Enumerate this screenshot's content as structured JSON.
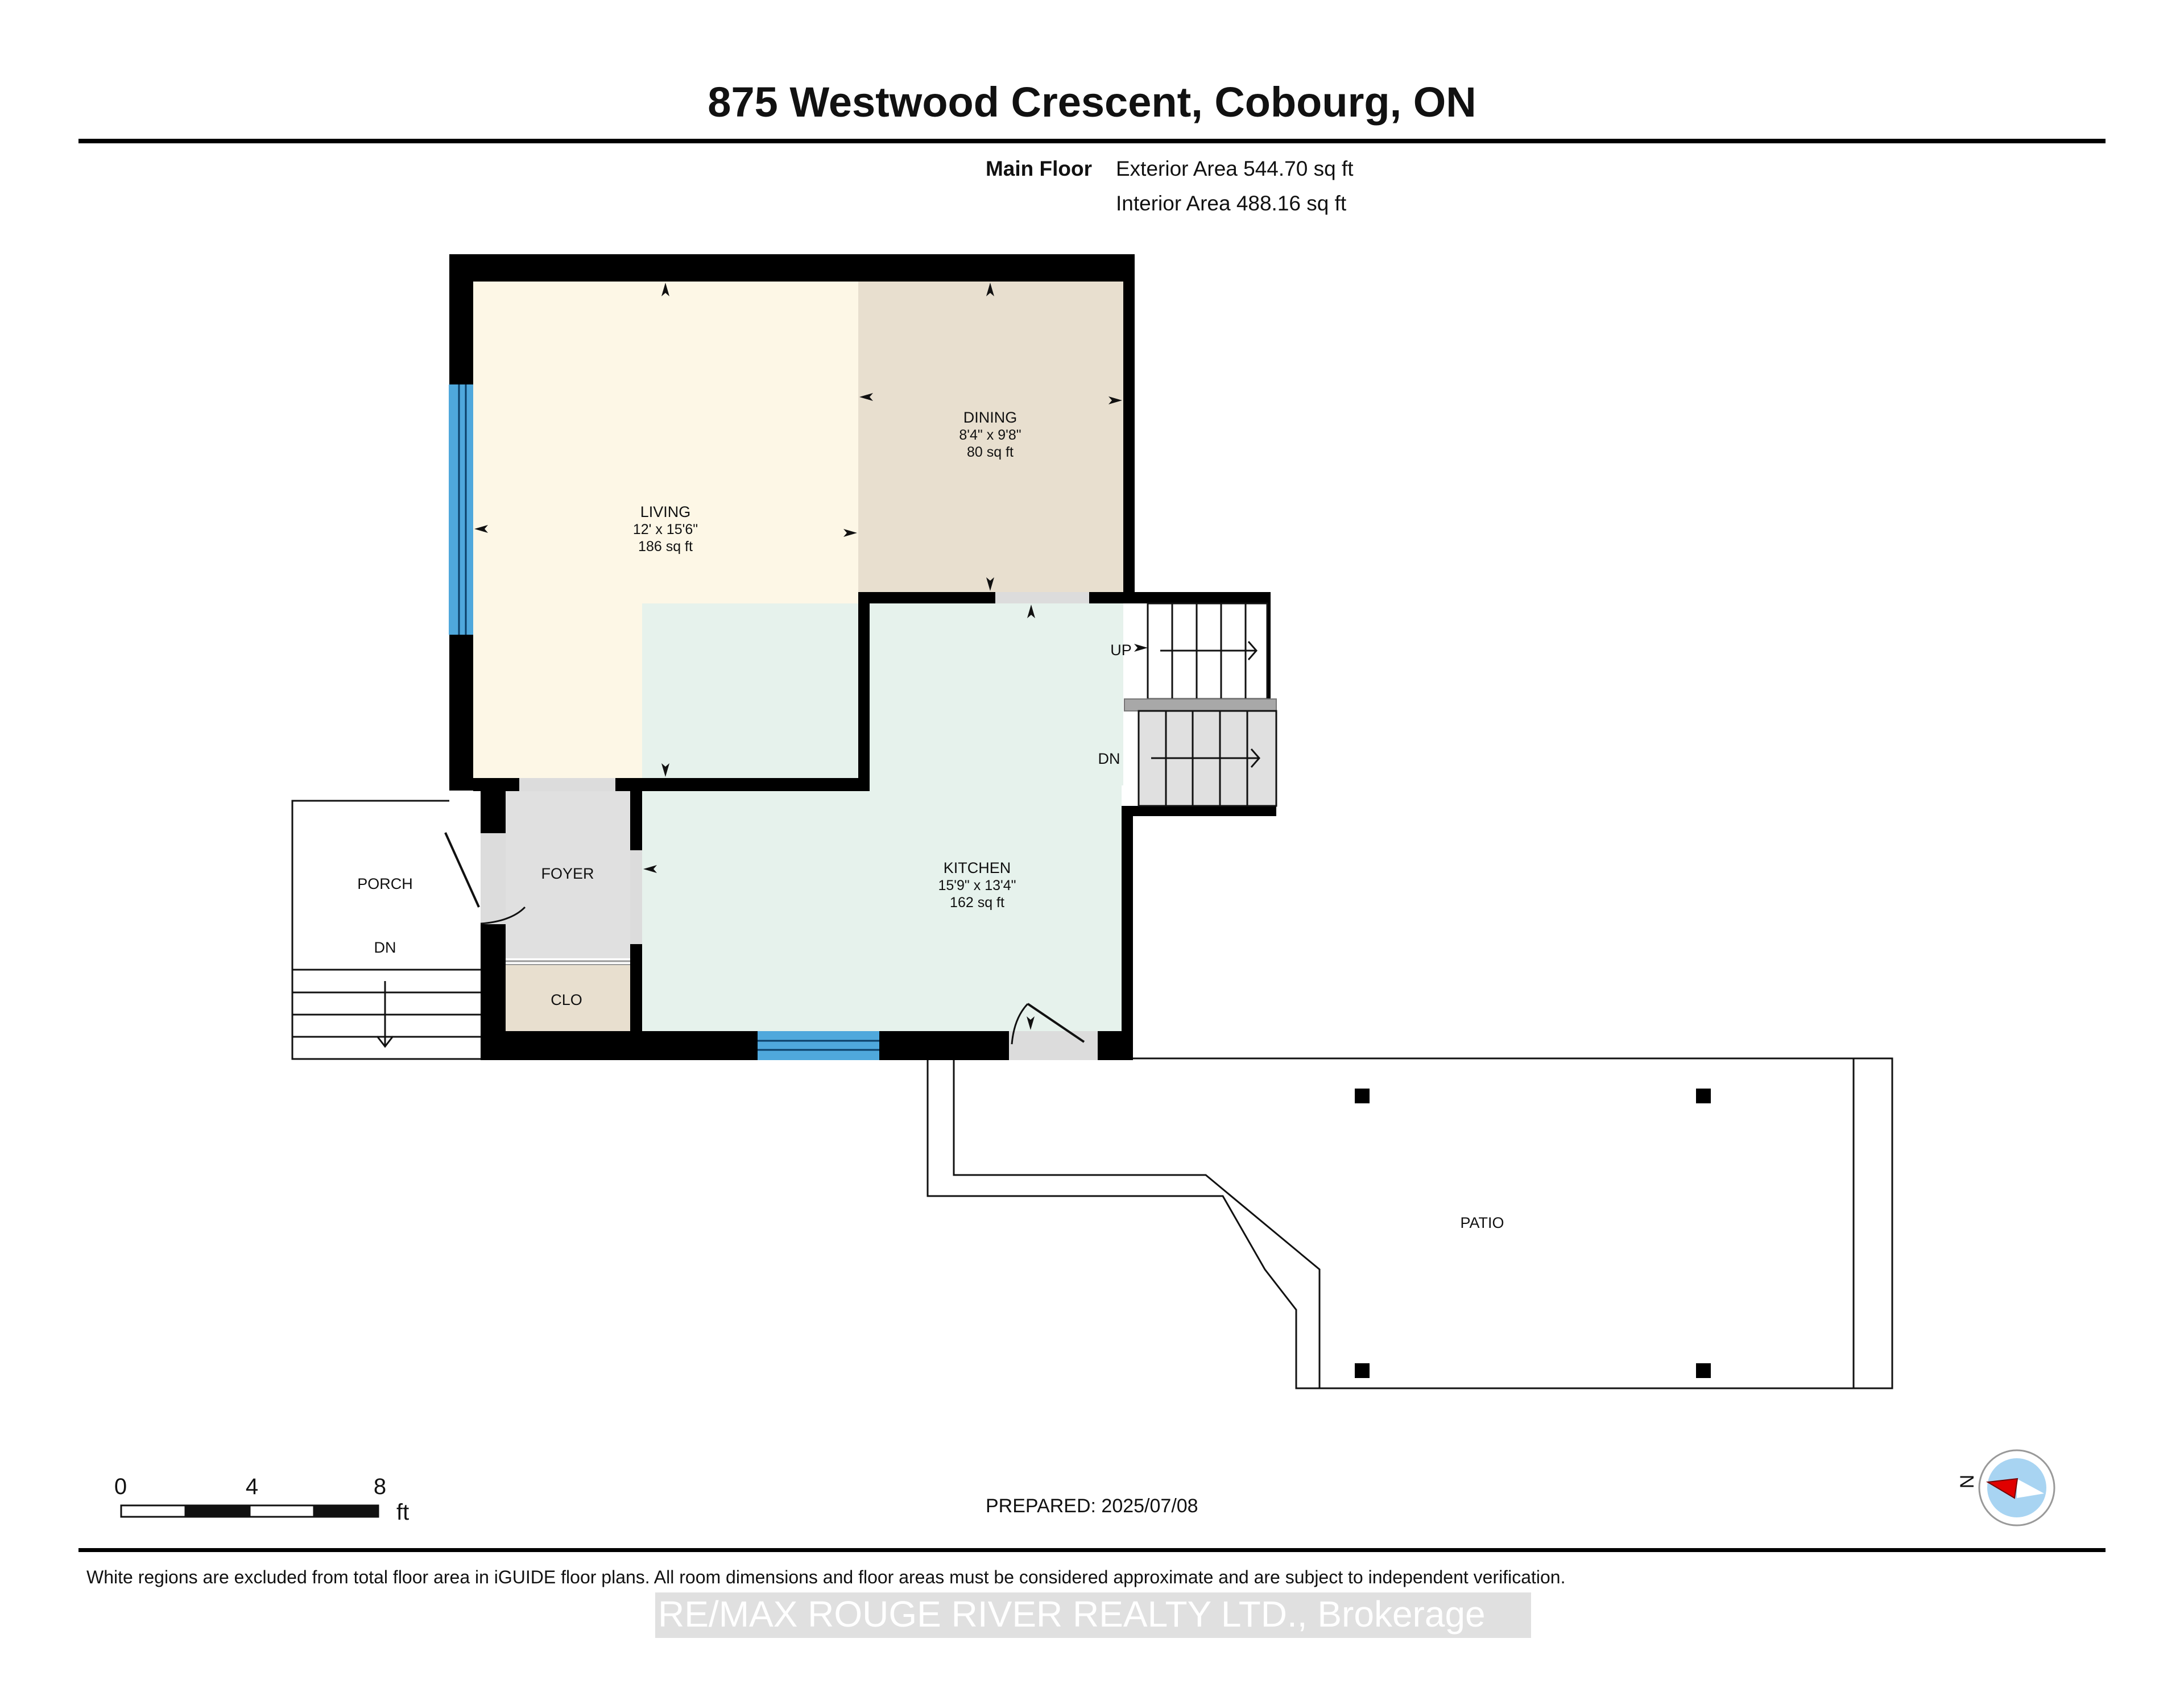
{
  "header": {
    "title": "875 Westwood Crescent, Cobourg, ON",
    "floor_label": "Main Floor",
    "exterior_area": "Exterior Area 544.70 sq ft",
    "interior_area": "Interior Area 488.16 sq ft"
  },
  "rooms": {
    "living": {
      "name": "LIVING",
      "dims": "12' x 15'6\"",
      "area": "186 sq ft",
      "color": "#FDF7E6"
    },
    "dining": {
      "name": "DINING",
      "dims": "8'4\" x 9'8\"",
      "area": "80 sq ft",
      "color": "#E8DFCF"
    },
    "kitchen": {
      "name": "KITCHEN",
      "dims": "15'9\" x 13'4\"",
      "area": "162 sq ft",
      "color": "#E6F2EC"
    },
    "foyer": {
      "name": "FOYER",
      "color": "#E0E0E0"
    },
    "closet": {
      "name": "CLO",
      "color": "#E8DFCF"
    },
    "porch": {
      "name": "PORCH",
      "stairs_label": "DN"
    },
    "patio": {
      "name": "PATIO"
    }
  },
  "stairs": {
    "up_label": "UP",
    "down_label": "DN"
  },
  "colors": {
    "wall": "#000000",
    "window": "#4FA8DC",
    "door_opening": "#DCDCDC",
    "landing": "#A8A8A8",
    "compass_bg": "#A8D4F2",
    "compass_needle": "#E00000"
  },
  "scale_bar": {
    "ticks": [
      "0",
      "4",
      "8"
    ],
    "unit": "ft"
  },
  "compass": {
    "north_label": "N"
  },
  "prepared": "PREPARED: 2025/07/08",
  "footer": {
    "disclaimer": "White regions are excluded from total floor area in iGUIDE floor plans. All room dimensions and floor areas must be considered approximate and are subject to independent verification.",
    "watermark": "RE/MAX ROUGE RIVER REALTY LTD., Brokerage"
  }
}
